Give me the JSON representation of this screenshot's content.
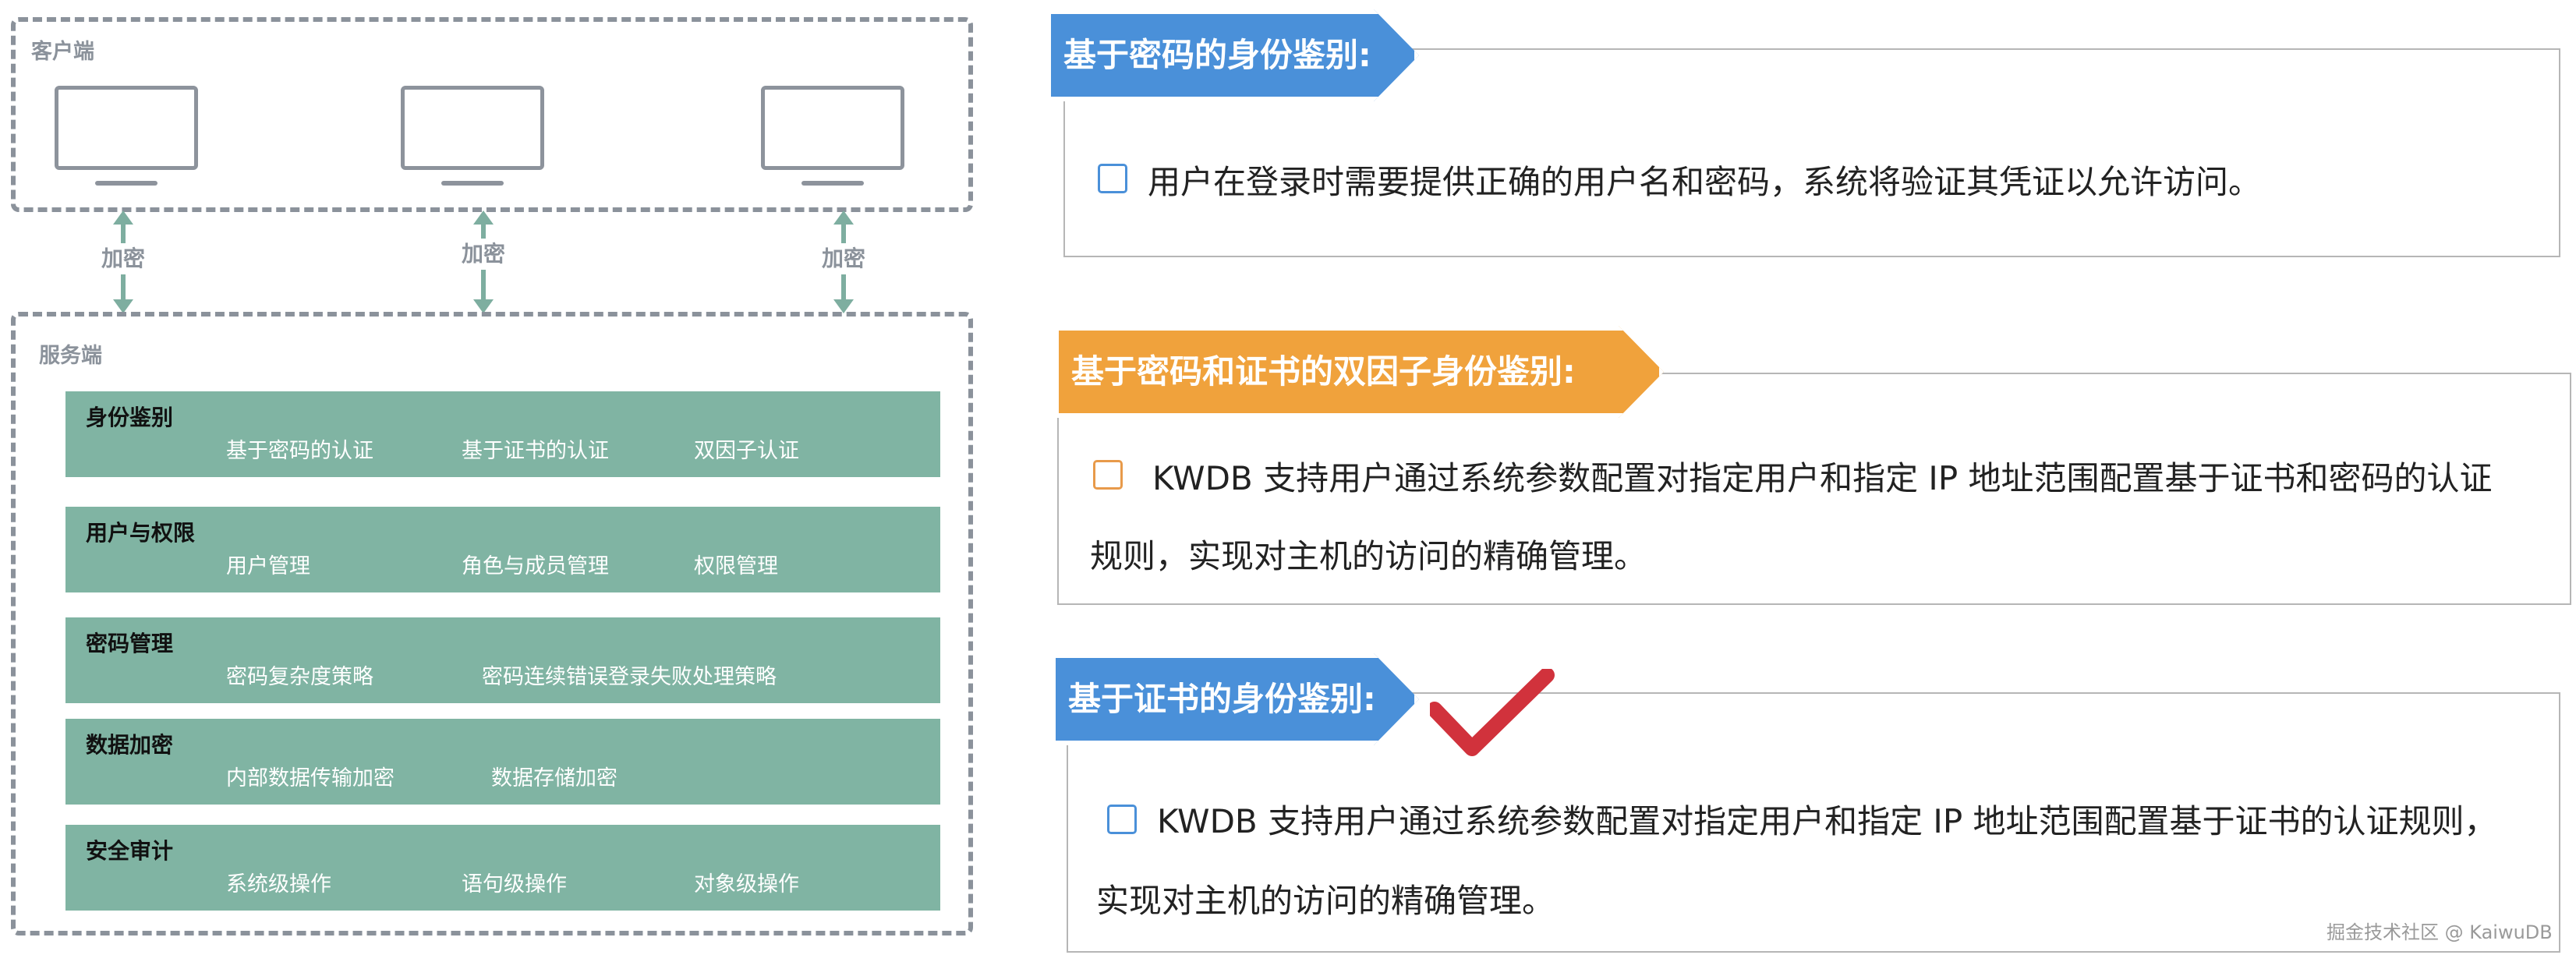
{
  "client": {
    "label": "客户端",
    "monitors": [
      "monitor-1",
      "monitor-2",
      "monitor-3"
    ]
  },
  "connectors": [
    "加密",
    "加密",
    "加密"
  ],
  "server": {
    "label": "服务端",
    "modules": [
      {
        "title": "身份鉴别",
        "items": [
          "基于密码的认证",
          "基于证书的认证",
          "双因子认证"
        ]
      },
      {
        "title": "用户与权限",
        "items": [
          "用户管理",
          "角色与成员管理",
          "权限管理"
        ]
      },
      {
        "title": "密码管理",
        "items": [
          "密码复杂度策略",
          "密码连续错误登录失败处理策略"
        ]
      },
      {
        "title": "数据加密",
        "items": [
          "内部数据传输加密",
          "数据存储加密"
        ]
      },
      {
        "title": "安全审计",
        "items": [
          "系统级操作",
          "语句级操作",
          "对象级操作"
        ]
      }
    ]
  },
  "panels": [
    {
      "title": "基于密码的身份鉴别:",
      "color": "#4a90d9",
      "checkbox_color": "#4a90d9",
      "lines": [
        "用户在登录时需要提供正确的用户名和密码，系统将验证其凭证以允许访问。"
      ]
    },
    {
      "title": "基于密码和证书的双因子身份鉴别:",
      "color": "#f0a23c",
      "checkbox_color": "#e89a4a",
      "lines": [
        "KWDB 支持用户通过系统参数配置对指定用户和指定 IP 地址范围配置基于证书和密码的认证",
        "规则，实现对主机的访问的精确管理。"
      ]
    },
    {
      "title": "基于证书的身份鉴别:",
      "color": "#4a90d9",
      "checkbox_color": "#4a90d9",
      "lines": [
        "KWDB 支持用户通过系统参数配置对指定用户和指定 IP 地址范围配置基于证书的认证规则，",
        "实现对主机的访问的精确管理。"
      ]
    }
  ],
  "colors": {
    "module_bg": "#80b4a3",
    "arrow": "#7eaea0",
    "dash": "#8b929b",
    "check": "#d1323c"
  },
  "watermark": "掘金技术社区 @ KaiwuDB"
}
